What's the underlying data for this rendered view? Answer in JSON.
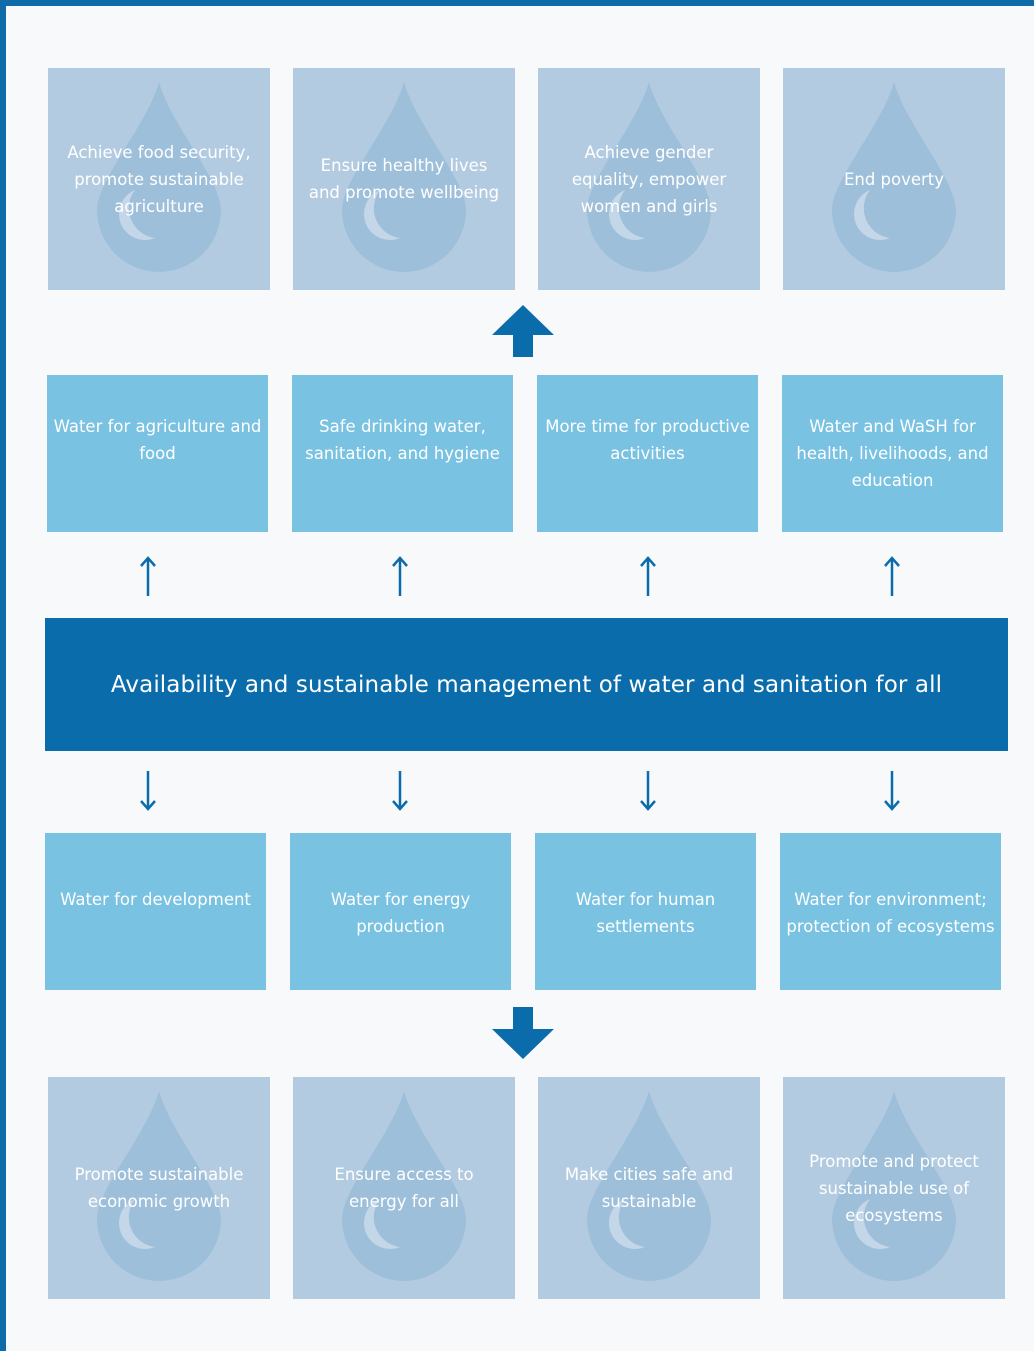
{
  "colors": {
    "frame": "#0e6aa8",
    "center_bar": "#0b6cab",
    "use_box": "#79c2e2",
    "goal_box": "#b3cbe0",
    "drop": "#9dbfda",
    "arrow": "#0b6cab",
    "background": "#f8f9fb"
  },
  "icons": {
    "goal_box_background": "water-drop-icon",
    "big_arrow_up": "arrow-up-icon",
    "big_arrow_down": "arrow-down-icon"
  },
  "top_goals": [
    {
      "label": "Achieve food security, promote sustainable agriculture"
    },
    {
      "label": "Ensure healthy lives and promote wellbeing"
    },
    {
      "label": "Achieve gender equality, empower women and girls"
    },
    {
      "label": "End poverty"
    }
  ],
  "upper_uses": [
    {
      "label": "Water for agriculture and food"
    },
    {
      "label": "Safe drinking water, sanitation, and hygiene"
    },
    {
      "label": "More time for productive activities"
    },
    {
      "label": "Water and WaSH for health, livelihoods, and education"
    }
  ],
  "center": {
    "label": "Availability and sustainable management of water and sanitation for all"
  },
  "lower_uses": [
    {
      "label": "Water for development"
    },
    {
      "label": "Water for energy production"
    },
    {
      "label": "Water for human settlements"
    },
    {
      "label": "Water for environment; protection of ecosystems"
    }
  ],
  "bottom_goals": [
    {
      "label": "Promote sustainable economic growth"
    },
    {
      "label": "Ensure access to energy for all"
    },
    {
      "label": "Make cities safe and sustainable"
    },
    {
      "label": "Promote and protect sustainable use of ecosystems"
    }
  ]
}
